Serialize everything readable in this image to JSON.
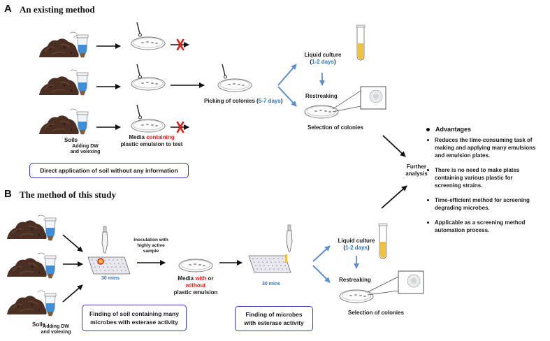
{
  "section_a": {
    "letter": "A",
    "title": "An existing method",
    "soils_label": "Soils",
    "adding_label_1": "Adding DW",
    "adding_label_2": "and volexing",
    "media_prefix": "Media ",
    "media_highlight": "containing",
    "media_line2": "plastic emulsion to test",
    "picking_prefix": "Picking of colonies (",
    "picking_days": "5-7 days",
    "picking_suffix": ")",
    "liquid_culture": "Liquid culture",
    "liquid_days_open": "(",
    "liquid_days": "1-2 days",
    "liquid_days_close": ")",
    "restreaking": "Restreaking",
    "selection": "Selection of colonies",
    "box": "Direct application of soil without any information"
  },
  "section_b": {
    "letter": "B",
    "title": "The method of this study",
    "soils_label": "Soils",
    "adding_label_1": "Adding DW",
    "adding_label_2": "and volexing",
    "inoculation_1": "Inoculation with",
    "inoculation_2": "highly active",
    "inoculation_3": "sample",
    "mins_1": "30 mins",
    "mins_2": "30 mins",
    "media_prefix": "Media ",
    "media_with": "with",
    "media_or": " or",
    "media_without": "without",
    "media_line3": "plastic emulsion",
    "liquid_culture": "Liquid culture",
    "liquid_days_open": "(",
    "liquid_days": "1-2 days",
    "liquid_days_close": ")",
    "restreaking": "Restreaking",
    "selection": "Selection of colonies",
    "box1_line1": "Finding of soil containing many",
    "box1_line2": "microbes with esterase activity",
    "box2_line1": "Finding of microbes",
    "box2_line2": "with esterase activity"
  },
  "further_1": "Further",
  "further_2": "analysis",
  "advantages": {
    "title": "Advantages",
    "items": [
      "Reduces the time-consuming task of making  and applying many emulsions and emulsion plates.",
      "There is no need to make plates containing various plastic for screening strains.",
      "Time-efficient method for screening degrading microbes.",
      "Applicable as a screening method automation process."
    ]
  },
  "colors": {
    "blue_arrow": "#5b8fcf",
    "blue_text": "#2e75b6",
    "red": "#e0201a",
    "soil": "#4a2f22",
    "box_border": "#3b3bb5",
    "tube_yellow": "#f0c23b"
  }
}
